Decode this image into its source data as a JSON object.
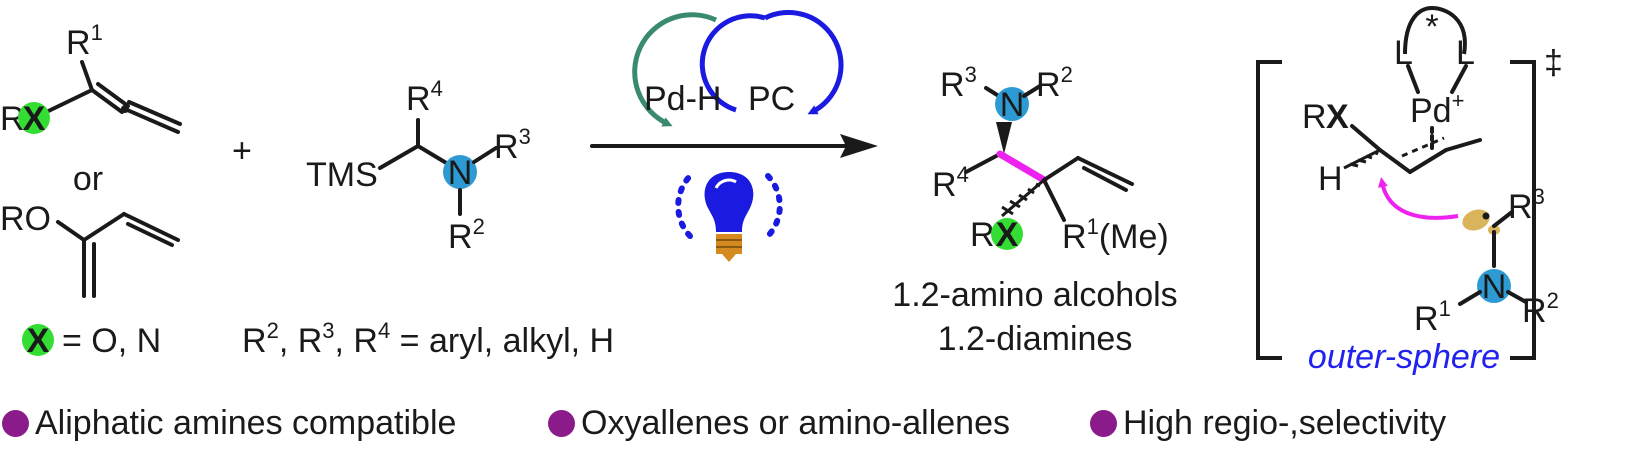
{
  "colors": {
    "oxygen_nitrogen_highlight": "#33dd33",
    "amine_nitrogen": "#2e9ad4",
    "pd_h_cycle": "#3a8a6e",
    "photocatalyst_cycle": "#1a1ae0",
    "new_bond": "#ee22ee",
    "outer_sphere_text": "#2222ee",
    "bullet_dot": "#8b1a8b",
    "bulb": "#1a1ae0",
    "bulb_base": "#d48a1e"
  },
  "reactants": {
    "allene": {
      "rx_prefix": "R",
      "x_atom": "X",
      "r1": "R",
      "r1_sup": "1"
    },
    "or_text": "or",
    "diene": {
      "ro_label": "RO"
    },
    "x_definition": {
      "x_atom": "X",
      "text": "= O, N"
    },
    "plus": "+",
    "amine": {
      "tms": "TMS",
      "r4": "R",
      "r4_sup": "4",
      "n_atom": "N",
      "r3": "R",
      "r3_sup": "3",
      "r2": "R",
      "r2_sup": "2"
    },
    "r_groups_definition": {
      "r2": "R",
      "r2_sup": "2",
      "sep1": ", R",
      "r3_sup": "3",
      "sep2": ", R",
      "r4_sup": "4",
      "text": " = aryl, alkyl, H"
    }
  },
  "conditions": {
    "pd_cycle_label": "Pd-H",
    "pc_cycle_label": "PC",
    "light_icon": "light-bulb-icon"
  },
  "product": {
    "r3": "R",
    "r3_sup": "3",
    "n_atom": "N",
    "r2": "R",
    "r2_sup": "2",
    "r4": "R",
    "r4_sup": "4",
    "rx_prefix": "R",
    "x_atom": "X",
    "r1": "R",
    "r1_sup": "1",
    "r1_suffix": "(Me)",
    "class1": "1.2-amino alcohols",
    "class2": "1.2-diamines"
  },
  "transition_state": {
    "ligand1": "L",
    "ligand2": "L",
    "chiral_mark": "*",
    "pd": "Pd",
    "pd_charge": "+",
    "rx_prefix": "R",
    "x_atom": "X",
    "h": "H",
    "r3": "R",
    "r3_sup": "3",
    "n_atom": "N",
    "r1": "R",
    "r1_sup": "1",
    "r2": "R",
    "r2_sup": "2",
    "dagger": "‡",
    "mode": "outer-sphere"
  },
  "features": [
    "Aliphatic amines compatible",
    "Oxyallenes or amino-allenes",
    "High regio-,selectivity"
  ]
}
